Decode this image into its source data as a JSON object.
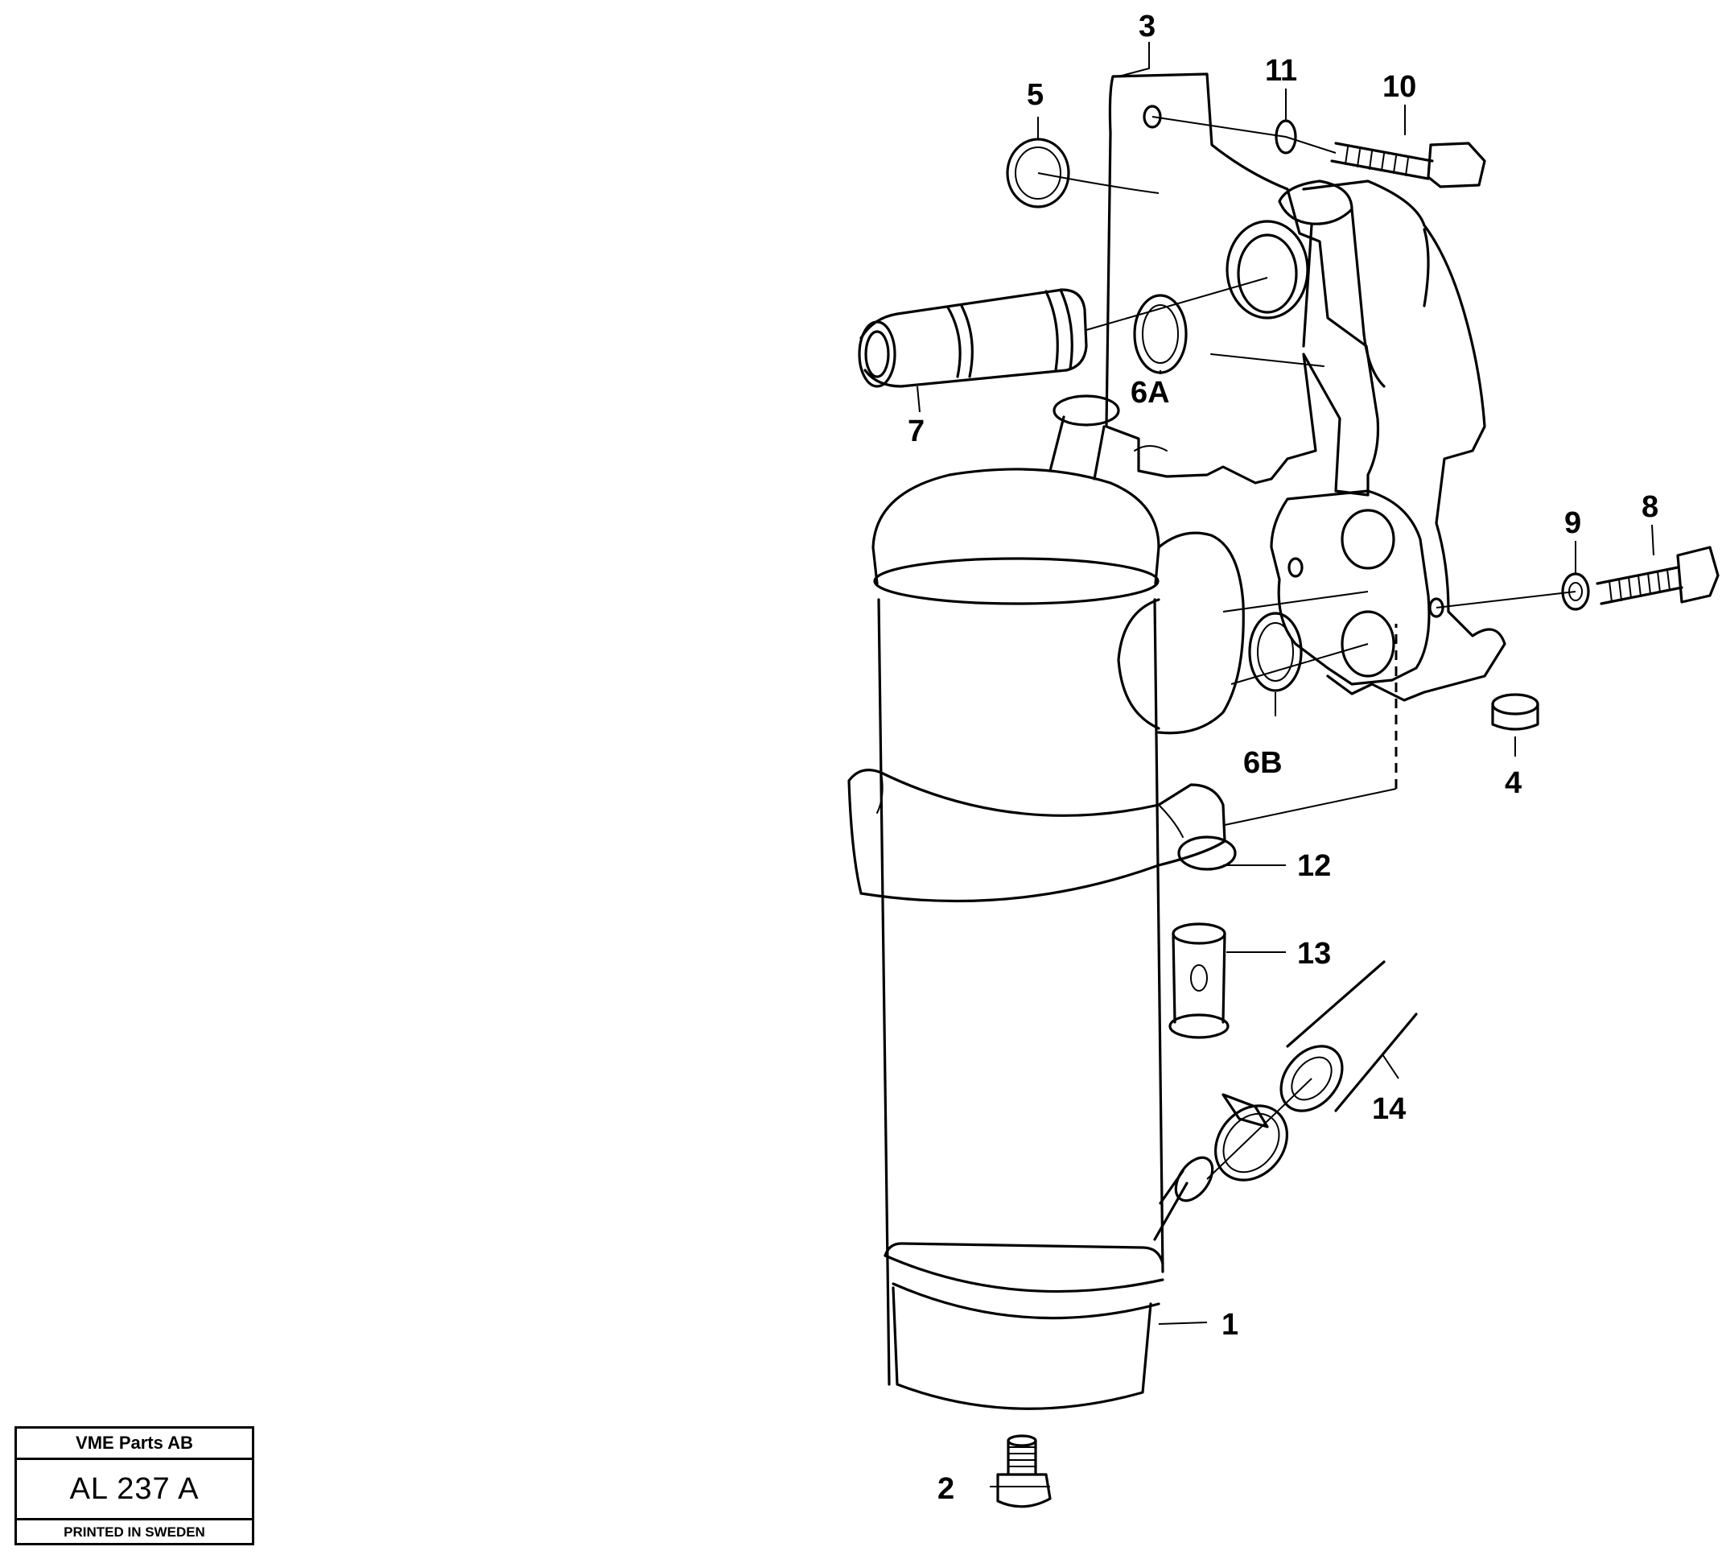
{
  "stamp": {
    "company": "VME Parts AB",
    "drawing_number": "AL 237 A",
    "printed": "PRINTED IN SWEDEN"
  },
  "callouts": {
    "c1": "1",
    "c2": "2",
    "c3": "3",
    "c4": "4",
    "c5": "5",
    "c6a": "6A",
    "c6b": "6B",
    "c7": "7",
    "c8": "8",
    "c9": "9",
    "c10": "10",
    "c11": "11",
    "c12": "12",
    "c13": "13",
    "c14": "14"
  }
}
